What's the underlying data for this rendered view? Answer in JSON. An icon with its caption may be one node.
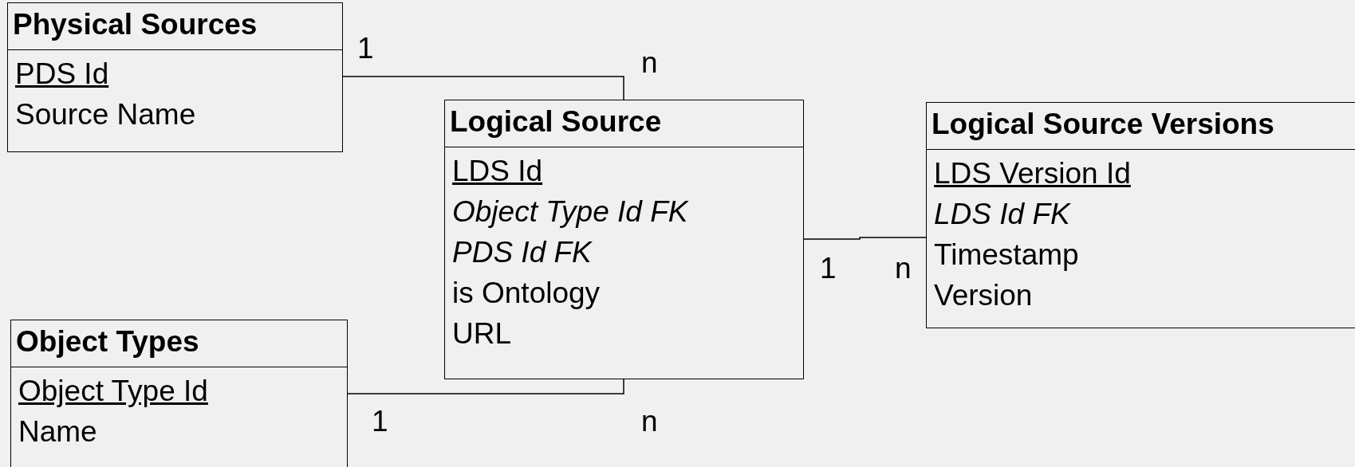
{
  "diagram": {
    "nodes": [
      {
        "text": [
          "Physical Sources",
          "PDS Id",
          "Source Name"
        ]
      },
      {
        "text": [
          "Logical Source",
          "LDS Id",
          "Object Type Id FK",
          "PDS Id FK",
          "is Ontology",
          "URL"
        ]
      },
      {
        "text": [
          "Logical Source Versions",
          "LDS Version Id",
          "LDS Id FK",
          "Timestamp",
          "Version"
        ]
      },
      {
        "text": [
          "Object Types",
          "Object Type Id",
          "Name"
        ]
      }
    ],
    "edges": [
      {
        "from": 0,
        "to": 1,
        "arrow": "none"
      },
      {
        "from": 1,
        "to": 2,
        "arrow": "none"
      },
      {
        "from": 3,
        "to": 1,
        "arrow": "none"
      }
    ],
    "labels": [
      "1",
      "n",
      "1",
      "n",
      "1",
      "n"
    ]
  }
}
